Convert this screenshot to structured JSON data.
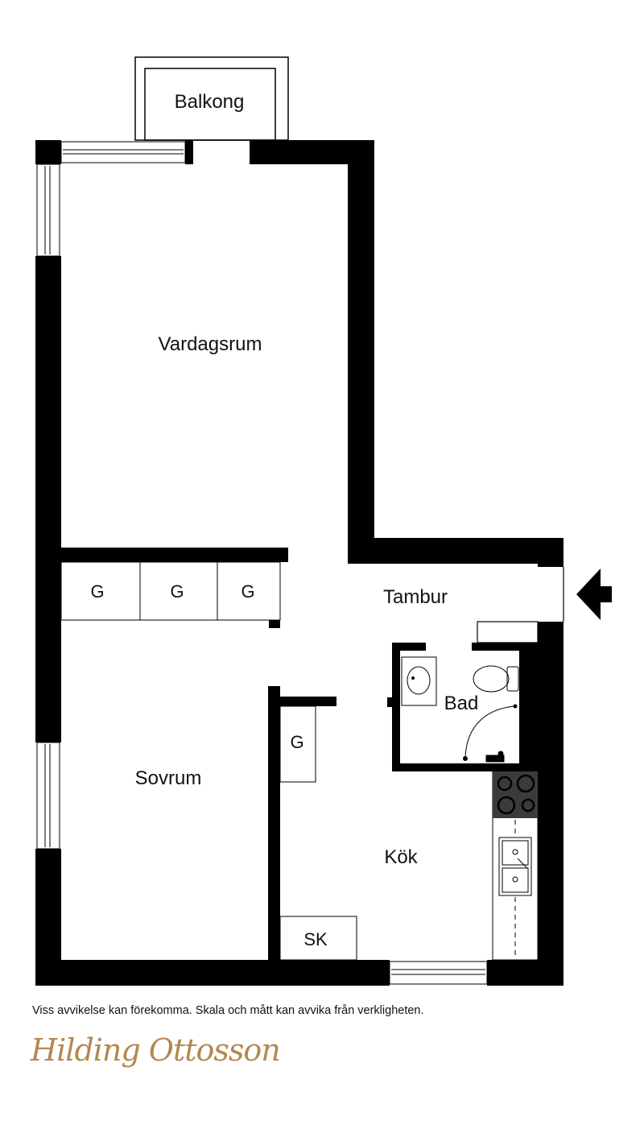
{
  "rooms": {
    "balkong": "Balkong",
    "vardagsrum": "Vardagsrum",
    "tambur": "Tambur",
    "bad": "Bad",
    "sovrum": "Sovrum",
    "kok": "Kök"
  },
  "closets": {
    "g1": "G",
    "g2": "G",
    "g3": "G",
    "g4": "G",
    "sk": "SK"
  },
  "disclaimer": "Viss avvikelse kan förekomma. Skala och mått kan avvika från verkligheten.",
  "logo": {
    "text": "Hilding Ottosson",
    "color": "#b5874e"
  },
  "colors": {
    "wall": "#000000",
    "stove": "#3b3b3b"
  }
}
